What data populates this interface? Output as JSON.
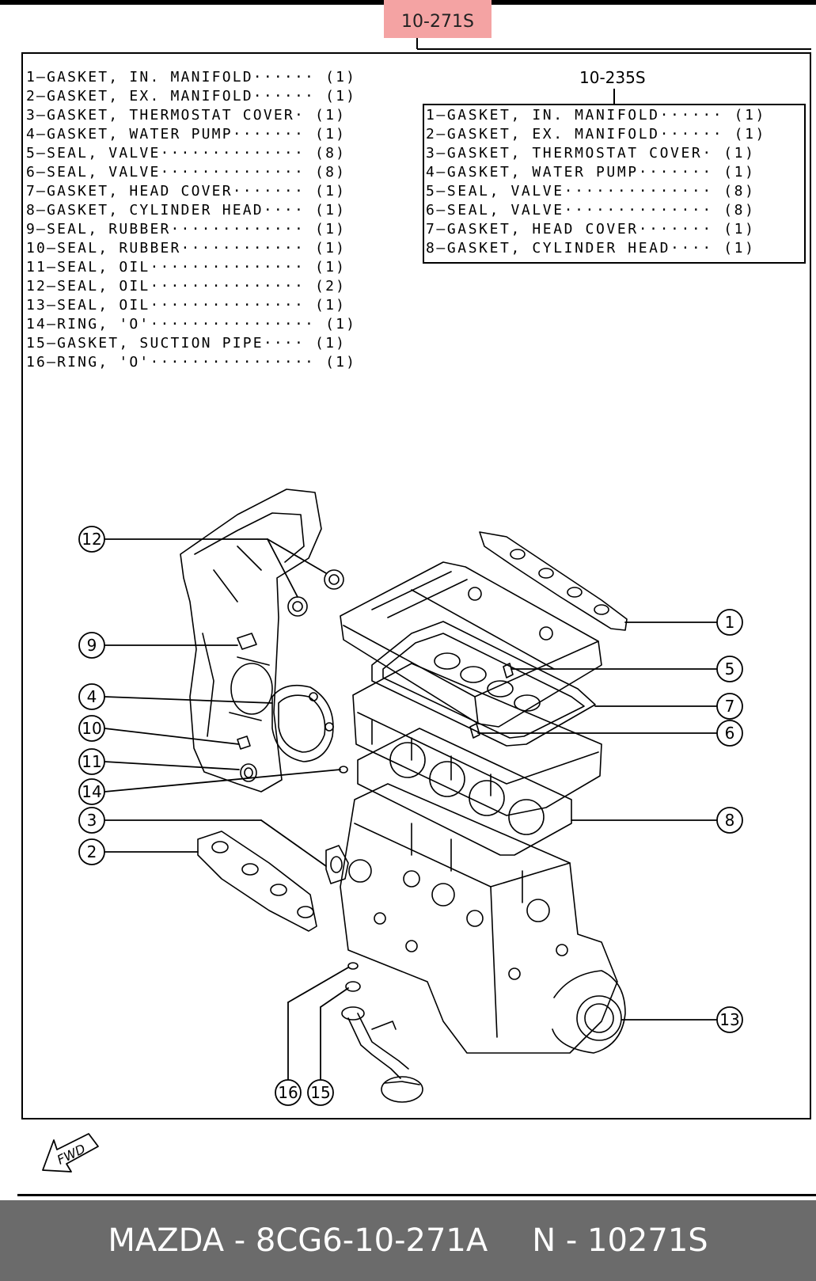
{
  "header": {
    "group_code": "10-271S"
  },
  "parts_list": [
    "1—GASKET, IN. MANIFOLD······ (1)",
    "2—GASKET, EX. MANIFOLD······ (1)",
    "3—GASKET, THERMOSTAT COVER· (1)",
    "4—GASKET, WATER PUMP······· (1)",
    "5—SEAL, VALVE·············· (8)",
    "6—SEAL, VALVE·············· (8)",
    "7—GASKET, HEAD COVER······· (1)",
    "8—GASKET, CYLINDER HEAD···· (1)",
    "9—SEAL, RUBBER············· (1)",
    "10—SEAL, RUBBER············ (1)",
    "11—SEAL, OIL··············· (1)",
    "12—SEAL, OIL··············· (2)",
    "13—SEAL, OIL··············· (1)",
    "14—RING, 'O'················ (1)",
    "15—GASKET, SUCTION PIPE···· (1)",
    "16—RING, 'O'················ (1)"
  ],
  "sub_kit": {
    "code": "10-235S",
    "items": [
      "1—GASKET, IN. MANIFOLD······ (1)",
      "2—GASKET, EX. MANIFOLD······ (1)",
      "3—GASKET, THERMOSTAT COVER· (1)",
      "4—GASKET, WATER PUMP······· (1)",
      "5—SEAL, VALVE·············· (8)",
      "6—SEAL, VALVE·············· (8)",
      "7—GASKET, HEAD COVER······· (1)",
      "8—GASKET, CYLINDER HEAD···· (1)"
    ]
  },
  "callouts": [
    "1",
    "2",
    "3",
    "4",
    "5",
    "6",
    "7",
    "8",
    "9",
    "10",
    "11",
    "12",
    "13",
    "14",
    "15",
    "16"
  ],
  "direction_label": "FWD",
  "footer": {
    "brand_part": "MAZDA - 8CG6-10-271A",
    "ref_part": "N - 10271S"
  }
}
